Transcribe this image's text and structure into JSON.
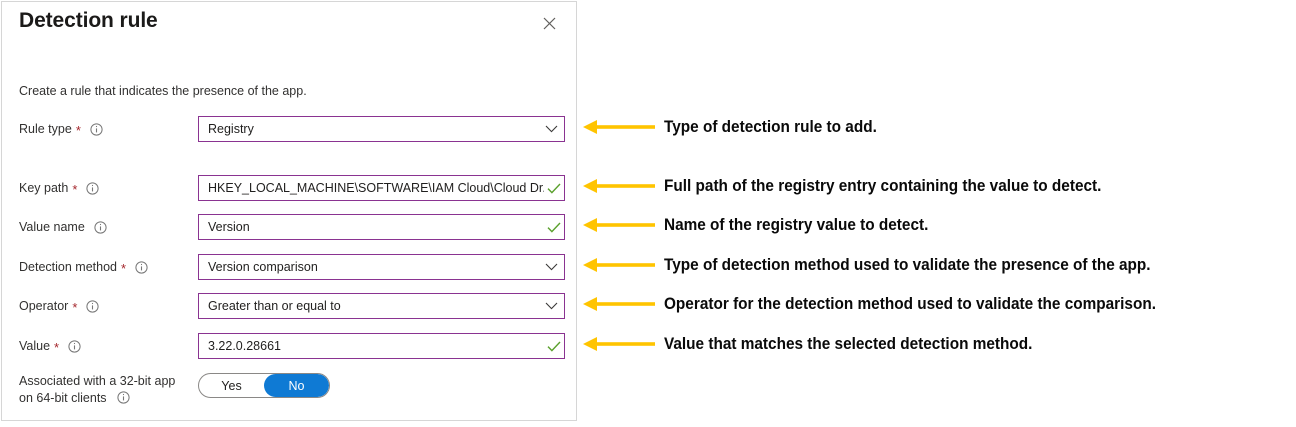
{
  "panel": {
    "title": "Detection rule",
    "close_icon": "close-icon",
    "description": "Create a rule that indicates the presence of the app.",
    "rows": [
      {
        "label": "Rule type",
        "required": true,
        "info_icon": "info-icon",
        "control": "select",
        "value": "Registry",
        "trailing_icon": "chevron-down-icon"
      },
      {
        "label": "Key path",
        "required": true,
        "info_icon": "info-icon",
        "control": "text",
        "value": "HKEY_LOCAL_MACHINE\\SOFTWARE\\IAM Cloud\\Cloud Dr...",
        "trailing_icon": "checkmark-icon"
      },
      {
        "label": "Value name",
        "required": false,
        "info_icon": "info-icon",
        "control": "text",
        "value": "Version",
        "trailing_icon": "checkmark-icon"
      },
      {
        "label": "Detection method",
        "required": true,
        "info_icon": "info-icon",
        "control": "select",
        "value": "Version comparison",
        "trailing_icon": "chevron-down-icon"
      },
      {
        "label": "Operator",
        "required": true,
        "info_icon": "info-icon",
        "control": "select",
        "value": "Greater than or equal to",
        "trailing_icon": "chevron-down-icon"
      },
      {
        "label": "Value",
        "required": true,
        "info_icon": "info-icon",
        "control": "text",
        "value": "3.22.0.28661",
        "trailing_icon": "checkmark-icon"
      }
    ],
    "toggle": {
      "label_line1": "Associated with a 32-bit app",
      "label_line2": "on 64-bit clients",
      "info_icon": "info-icon",
      "options": [
        "Yes",
        "No"
      ],
      "selected": "No"
    }
  },
  "annotations": [
    {
      "arrow_icon": "arrow-left-icon",
      "text": "Type of detection rule to add."
    },
    {
      "arrow_icon": "arrow-left-icon",
      "text": "Full path of the registry entry containing the value to detect."
    },
    {
      "arrow_icon": "arrow-left-icon",
      "text": "Name of the registry value to detect."
    },
    {
      "arrow_icon": "arrow-left-icon",
      "text": "Type of detection method used to validate the presence of the app."
    },
    {
      "arrow_icon": "arrow-left-icon",
      "text": "Operator for the detection method used to validate the comparison."
    },
    {
      "arrow_icon": "arrow-left-icon",
      "text": "Value that matches the selected detection method."
    }
  ],
  "colors": {
    "field_border": "#8a3391",
    "checkmark": "#5aa02c",
    "required_asterisk": "#a4262c",
    "toggle_selected": "#0f7ad4",
    "annotation_arrow": "#ffc400",
    "panel_border": "#d6d6d6"
  }
}
